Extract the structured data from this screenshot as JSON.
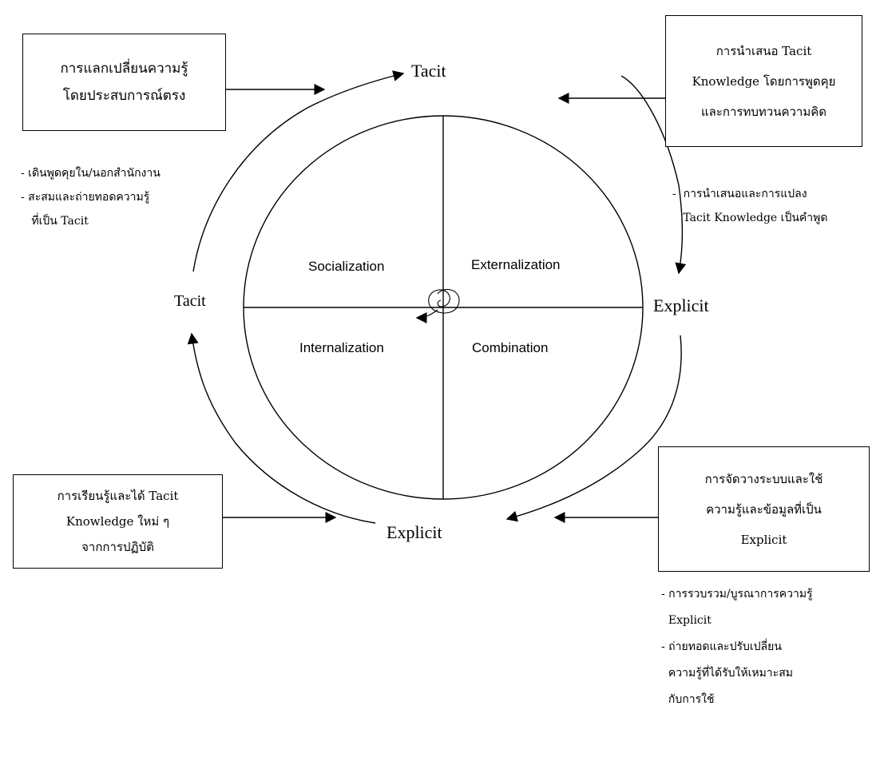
{
  "cycle": {
    "top": "Tacit",
    "left": "Tacit",
    "right": "Explicit",
    "bottom": "Explicit"
  },
  "quadrants": {
    "socialization": "Socialization",
    "externalization": "Externalization",
    "internalization": "Internalization",
    "combination": "Combination"
  },
  "boxes": {
    "top_left": [
      "การแลกเปลี่ยนความรู้",
      "โดยประสบการณ์ตรง"
    ],
    "top_right": [
      "การนำเสนอ Tacit",
      "Knowledge โดยการพูดคุย",
      "และการทบทวนความคิด"
    ],
    "bottom_left": [
      "การเรียนรู้และได้ Tacit",
      "Knowledge ใหม่ ๆ",
      "จากการปฏิบัติ"
    ],
    "bottom_right": [
      "การจัดวางระบบและใช้",
      "ความรู้และข้อมูลที่เป็น",
      "Explicit"
    ]
  },
  "notes": {
    "top_left": [
      "-  เดินพูดคุยใน/นอกสำนักงาน",
      "-  สะสมและถ่ายทอดความรู้",
      "   ที่เป็น Tacit"
    ],
    "top_right": [
      "-  การนำเสนอและการแปลง",
      "   Tacit Knowledge เป็นคำพูด"
    ],
    "bottom_right": [
      "- การรวบรวม/บูรณาการความรู้",
      "  Explicit",
      "- ถ่ายทอดและปรับเปลี่ยน",
      "  ความรู้ที่ได้รับให้เหมาะสม",
      "  กับการใช้"
    ]
  }
}
